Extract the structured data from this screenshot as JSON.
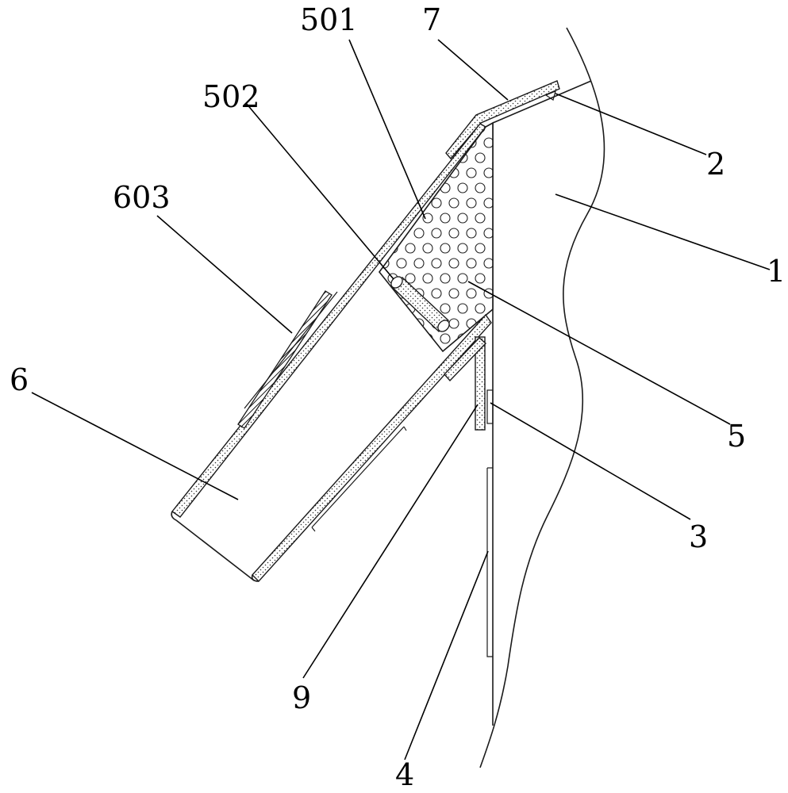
{
  "labels": {
    "l501": "501",
    "l7": "7",
    "l502": "502",
    "l2": "2",
    "l603": "603",
    "l1": "1",
    "l6": "6",
    "l5": "5",
    "l3": "3",
    "l9": "9",
    "l4": "4"
  },
  "colors": {
    "stroke": "#1a1a1a",
    "stipple": "#333333",
    "background": "#ffffff"
  }
}
